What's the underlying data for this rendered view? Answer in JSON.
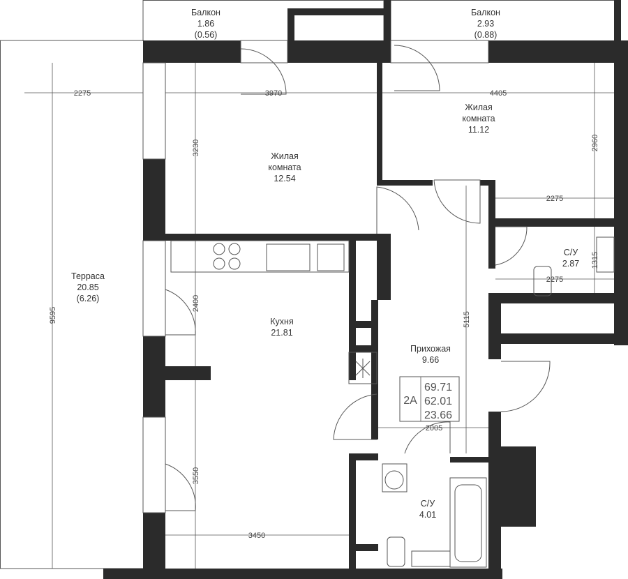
{
  "rooms": {
    "balcony1": {
      "name": "Балкон",
      "area": "1.86",
      "sub": "(0.56)"
    },
    "balcony2": {
      "name": "Балкон",
      "area": "2.93",
      "sub": "(0.88)"
    },
    "living1": {
      "name1": "Жилая",
      "name2": "комната",
      "area": "12.54"
    },
    "living2": {
      "name1": "Жилая",
      "name2": "комната",
      "area": "11.12"
    },
    "terrace": {
      "name": "Терраса",
      "area": "20.85",
      "sub": "(6.26)"
    },
    "kitchen": {
      "name": "Кухня",
      "area": "21.81"
    },
    "hall": {
      "name": "Прихожая",
      "area": "9.66"
    },
    "bath1": {
      "name": "С/У",
      "area": "2.87"
    },
    "bath2": {
      "name": "С/У",
      "area": "4.01"
    }
  },
  "dimensions": {
    "d2275a": "2275",
    "d3970": "3970",
    "d4405": "4405",
    "d3230": "3230",
    "d2960": "2960",
    "d2275b": "2275",
    "d1315": "1315",
    "d2275c": "2275",
    "d2400": "2400",
    "d5115": "5115",
    "d9595": "9595",
    "d2005": "2005",
    "d3550": "3550",
    "d3450": "3450"
  },
  "summary": {
    "type": "2A",
    "total": "69.71",
    "living": "62.01",
    "terrace": "23.66"
  }
}
